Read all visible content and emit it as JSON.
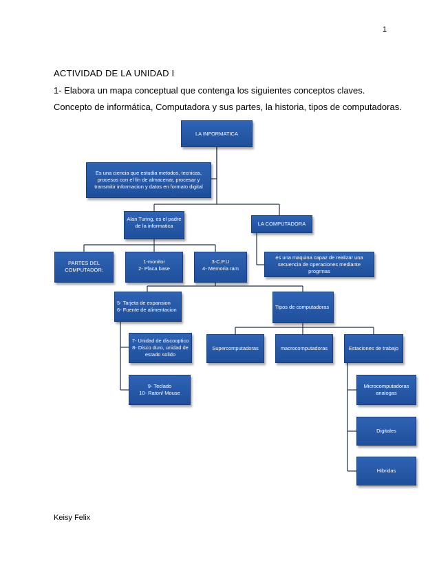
{
  "page": {
    "number": "1",
    "title": "ACTIVIDAD DE LA UNIDAD I",
    "line1": "1- Elabora  un mapa conceptual que contenga los siguientes conceptos claves.",
    "line2": "Concepto de informática, Computadora y sus partes, la historia, tipos de computadoras.",
    "footer": "Keisy Felix"
  },
  "map": {
    "root": "LA INFORMATICA",
    "definition": "Es una ciencia que estudia metodos, tecnicas, procesos con el fin de almacenar, procesar y transmitir informacion y datos en formato digital",
    "turing": "Alan Turing, es el padre de la informatica",
    "computadora": "LA COMPUTADORA",
    "computadora_def": "es una maquina capaz de realizar una secuencia de operaciones mediante progrmas",
    "partes": "PARTES DEL COMPUTADOR:",
    "p1_a": "1-monitor",
    "p1_b": "2- Placa base",
    "p2_a": "3-C.P.U",
    "p2_b": "4- Memoria ram",
    "p3_a": "5- Tarjeta de expansion",
    "p3_b": "6- Fuente de alimentacion",
    "p4_a": "7- Unidad de discooptico",
    "p4_b": "8- Disco duro, unidad de estado solido",
    "p5_a": "9- Teclado",
    "p5_b": "10- Raton/ Mouse",
    "tipos": "Tipos de computadoras",
    "super": "Supercomputadoras",
    "macro": "macrocomputadoras",
    "estaciones": "Estaciones de trabajo",
    "micro": "Microcomputadoras analogas",
    "digitales": "Digitales",
    "hibridas": "Hibridas"
  }
}
